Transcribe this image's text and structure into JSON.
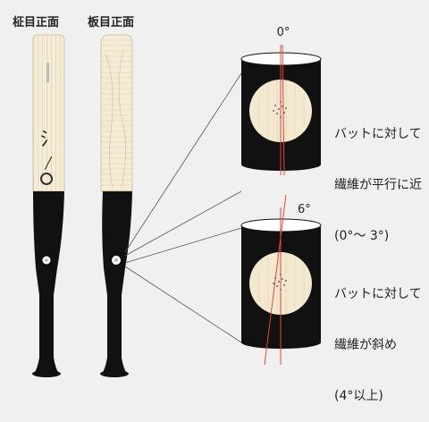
{
  "labels": {
    "masame": "柾目正面",
    "itame": "板目正面"
  },
  "angles": {
    "top": "0°",
    "bottom": "6°"
  },
  "notes": {
    "top_line1": "バットに対して",
    "top_line2": "繊維が平行に近",
    "top_line3": "(0°〜 3°)",
    "bottom_line1": "バットに対して",
    "bottom_line2": "繊維が斜め",
    "bottom_line3": "(4°以上)"
  },
  "colors": {
    "wood": "#f4ecd6",
    "grain": "#cdbf9c",
    "black": "#111111",
    "red": "#e8473a",
    "line": "#555555",
    "background": "#f0f0f0"
  }
}
